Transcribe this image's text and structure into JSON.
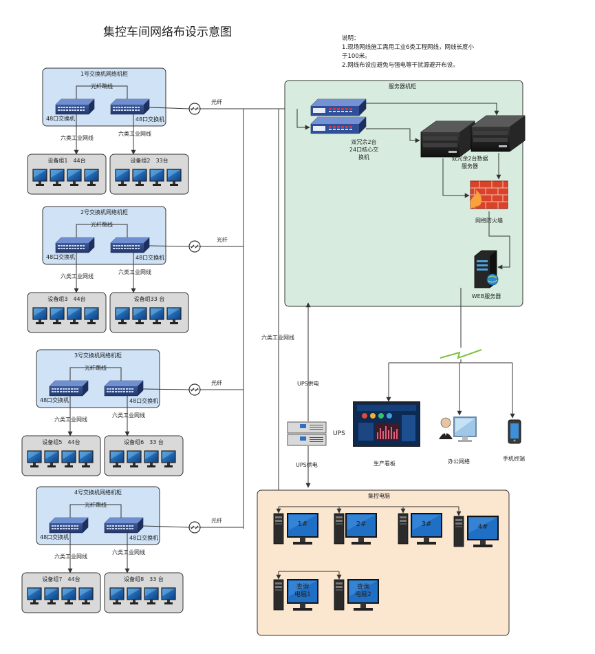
{
  "title": "集控车间网络布设示意图",
  "notes": [
    "说明：",
    "1.现场网线施工需用工业6类工程网线，网线长度小",
    "于100米。",
    "2.网线布设应避免与强电等干扰源避开布设。"
  ],
  "cabinets": [
    {
      "title": "1号交换机网络机柜",
      "fiber_jumper": "光纤跳线",
      "switch_left": "48口交换机",
      "switch_right": "48口交换机",
      "cable_left": "六类工业网线",
      "cable_right": "六类工业网线",
      "group_left": "设备组1　44台",
      "group_right": "设备组2　33台",
      "uplink": "光纤"
    },
    {
      "title": "2号交换机网络机柜",
      "fiber_jumper": "光纤跳线",
      "switch_left": "48口交换机",
      "switch_right": "48口交换机",
      "cable_left": "六类工业网线",
      "cable_right": "六类工业网线",
      "group_left": "设备组3　44台",
      "group_right": "设备组33 台",
      "uplink": "光纤"
    },
    {
      "title": "3号交换机网络机柜",
      "fiber_jumper": "光纤跳线",
      "switch_left": "48口交换机",
      "switch_right": "48口交换机",
      "cable_left": "六类工业网线",
      "cable_right": "六类工业网线",
      "group_left": "设备组5　44台",
      "group_right": "设备组6　33 台",
      "uplink": "光纤"
    },
    {
      "title": "4号交换机网络机柜",
      "fiber_jumper": "光纤跳线",
      "switch_left": "48口交换机",
      "switch_right": "48口交换机",
      "cable_left": "六类工业网线",
      "cable_right": "六类工业网线",
      "group_left": "设备组7　44台",
      "group_right": "设备组8　33 台",
      "uplink": "光纤"
    }
  ],
  "vertical_cable": "六类工业网线",
  "server_cabinet": {
    "title": "服务器机柜",
    "core_switch": [
      "双冗余2台",
      "24口核心交",
      "换机"
    ],
    "data_server": [
      "双冗余2台数据",
      "服务器"
    ],
    "firewall": "网络防火墙",
    "web_server": "WEB服务器"
  },
  "ups": {
    "label": "UPS",
    "power_up": "UPS供电",
    "power_down": "UPS供电"
  },
  "terminals": {
    "board": "生产看板",
    "office": "办公网络",
    "mobile": "手机终端"
  },
  "control_area": {
    "title": "集控电脑",
    "pcs": [
      "1#",
      "2#",
      "3#",
      "4#"
    ],
    "query_pcs": [
      [
        "查询",
        "电脑1"
      ],
      [
        "查询",
        "电脑2"
      ]
    ]
  },
  "colors": {
    "cabinet_fill": "#cfe2f6",
    "server_fill": "#d7ecdf",
    "control_fill": "#fbe6cf",
    "group_fill": "#d9d9d9",
    "switch_blue": "#2d4a8a",
    "firewall_red": "#d9432a",
    "wireless_green": "#7cc23c"
  }
}
